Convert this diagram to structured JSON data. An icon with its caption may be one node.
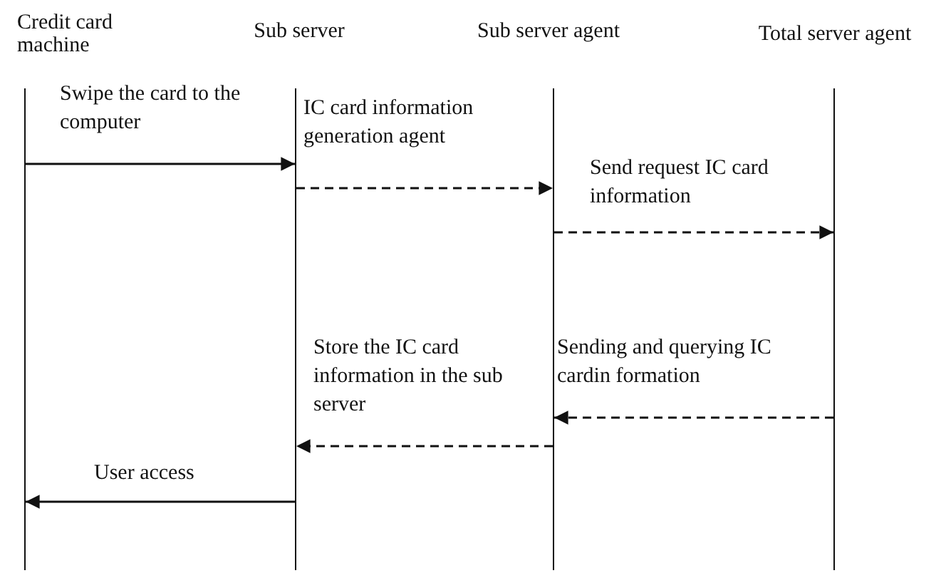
{
  "diagram": {
    "nodes": [
      {
        "text": [
          "Credit card machine"
        ]
      },
      {
        "text": [
          "Sub server"
        ]
      },
      {
        "text": [
          "Sub server agent"
        ]
      },
      {
        "text": [
          "Total server agent"
        ]
      }
    ],
    "edges": [
      {
        "from": 0,
        "to": 1,
        "arrow": "to",
        "label": "Swipe the card to the computer"
      },
      {
        "from": 1,
        "to": 2,
        "arrow": "to",
        "label": "IC card information generation agent",
        "style": "dashed"
      },
      {
        "from": 2,
        "to": 3,
        "arrow": "to",
        "label": "Send request IC card information",
        "style": "dashed"
      },
      {
        "from": 3,
        "to": 2,
        "arrow": "to",
        "label": "Sending and querying IC cardin formation",
        "style": "dashed"
      },
      {
        "from": 2,
        "to": 1,
        "arrow": "to",
        "label": "Store the IC card information in the sub server",
        "style": "dashed"
      },
      {
        "from": 1,
        "to": 0,
        "arrow": "to",
        "label": "User access"
      }
    ]
  }
}
